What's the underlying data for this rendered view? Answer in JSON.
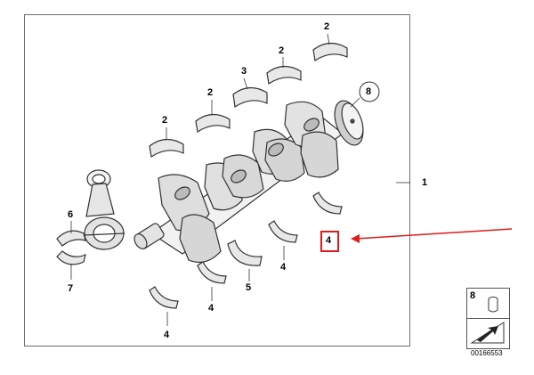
{
  "diagram": {
    "callouts": {
      "assembly": "1",
      "bearing_shell_upper": "2",
      "thrust_bearing_upper": "3",
      "bearing_shell_lower": "4",
      "thrust_bearing_lower": "5",
      "conrod_bearing_upper": "6",
      "conrod_bearing_lower": "7",
      "fastener": "8"
    },
    "highlighted_callout": "4",
    "legend_box": {
      "label": "8"
    },
    "document_id": "00166553",
    "colors": {
      "frame": "#6e6e6e",
      "line": "#333333",
      "highlight": "#e01b1b",
      "part_fill": "#ffffff",
      "part_shade": "#cfcfcf"
    }
  }
}
